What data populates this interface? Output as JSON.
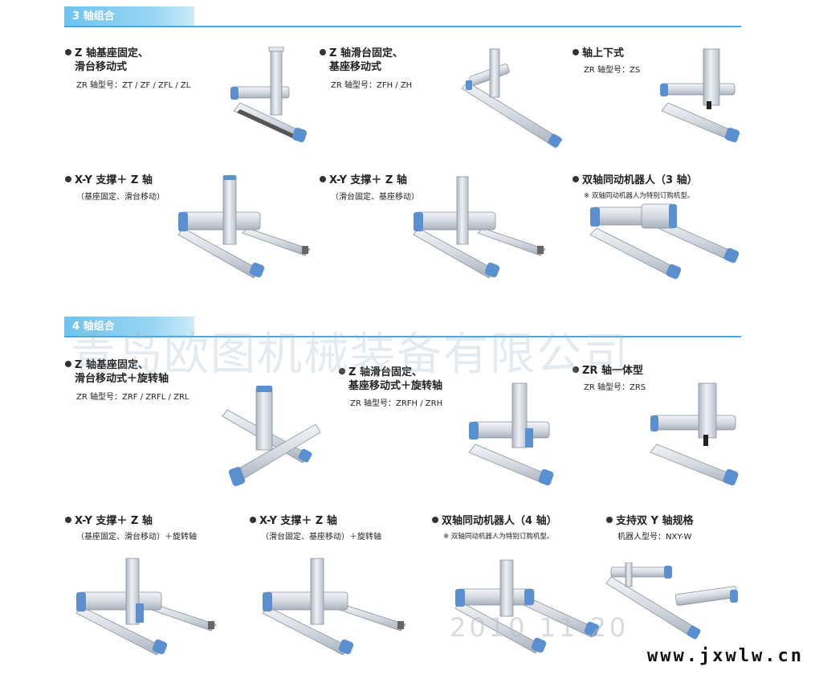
{
  "sections": [
    {
      "title": "3 轴组合",
      "items": [
        {
          "title_lines": [
            "Z 轴基座固定、",
            "滑台移动式"
          ],
          "model": "ZR 轴型号：ZT / ZF / ZFL / ZL"
        },
        {
          "title_lines": [
            "Z 轴滑台固定、",
            "基座移动式"
          ],
          "model": "ZR 轴型号：ZFH / ZH"
        },
        {
          "title_lines": [
            "轴上下式"
          ],
          "model": "ZR 轴型号：ZS"
        },
        {
          "title_lines": [
            "X-Y 支撑＋ Z 轴"
          ],
          "model": "（基座固定、滑台移动）"
        },
        {
          "title_lines": [
            "X-Y 支撑＋ Z 轴"
          ],
          "model": "（滑台固定、基座移动）"
        },
        {
          "title_lines": [
            "双轴同动机器人（3 轴）"
          ],
          "model": "※ 双轴同动机器人为特别订购机型。"
        }
      ]
    },
    {
      "title": "4 轴组合",
      "items": [
        {
          "title_lines": [
            "Z 轴基座固定、",
            "滑台移动式＋旋转轴"
          ],
          "model": "ZR 轴型号：ZRF / ZRFL / ZRL"
        },
        {
          "title_lines": [
            "Z 轴滑台固定、",
            "基座移动式＋旋转轴"
          ],
          "model": "ZR 轴型号：ZRFH / ZRH"
        },
        {
          "title_lines": [
            "ZR 轴一体型"
          ],
          "model": "ZR 轴型号：ZRS"
        },
        {
          "title_lines": [
            "X-Y 支撑＋ Z 轴"
          ],
          "model": "（基座固定、滑台移动）＋旋转轴"
        },
        {
          "title_lines": [
            "X-Y 支撑＋ Z 轴"
          ],
          "model": "（滑台固定、基座移动）＋旋转轴"
        },
        {
          "title_lines": [
            "双轴同动机器人（4 轴）"
          ],
          "model": "※ 双轴同动机器人为特别订购机型。"
        },
        {
          "title_lines": [
            "支持双 Y 轴规格"
          ],
          "model": "机器人型号：NXY-W"
        }
      ]
    }
  ],
  "watermark": "青岛欧图机械装备有限公司",
  "stamp": "2010 11 20",
  "footer_url": "www.jxwlw.cn",
  "colors": {
    "accent_blue": "#49a8e2",
    "endcap_blue": "#5a8fd0",
    "rail_gray": "#c9ced6"
  }
}
